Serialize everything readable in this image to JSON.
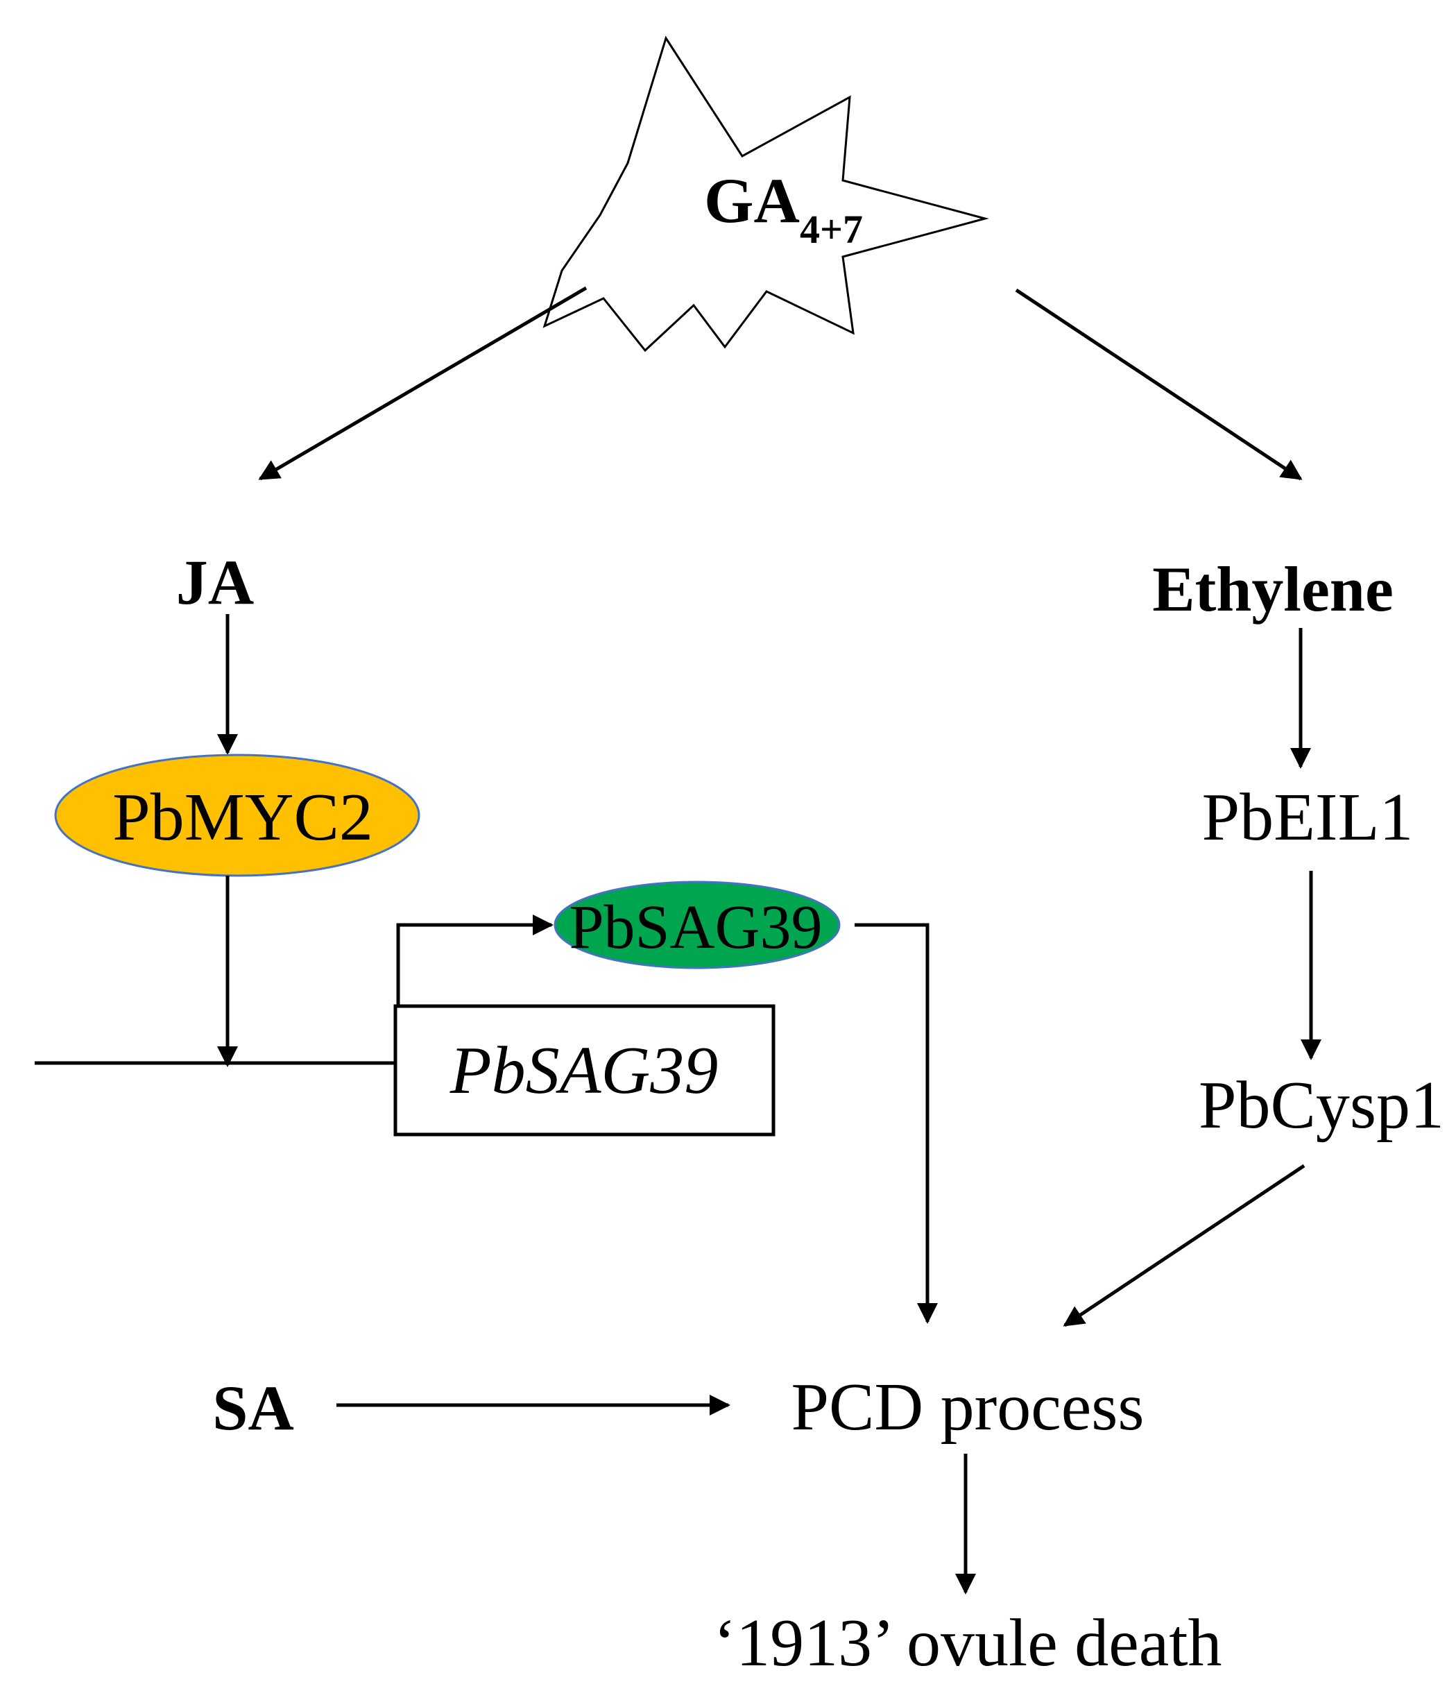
{
  "trigger": {
    "label": "GA",
    "subscript": "4+7"
  },
  "nodes": {
    "ja": "JA",
    "pbmyc2": "PbMYC2",
    "pbsag39_protein": "PbSAG39",
    "pbsag39_gene": "PbSAG39",
    "ethylene": "Ethylene",
    "pbeil1": "PbEIL1",
    "pbcysp1": "PbCysp1",
    "sa": "SA",
    "pcd": "PCD process",
    "ovule_death": "‘1913’ ovule death"
  },
  "colors": {
    "pbmyc2_fill": "#FFC000",
    "pbsag39_fill": "#00A550",
    "ellipse_stroke": "#4472C4",
    "line": "#000000"
  }
}
